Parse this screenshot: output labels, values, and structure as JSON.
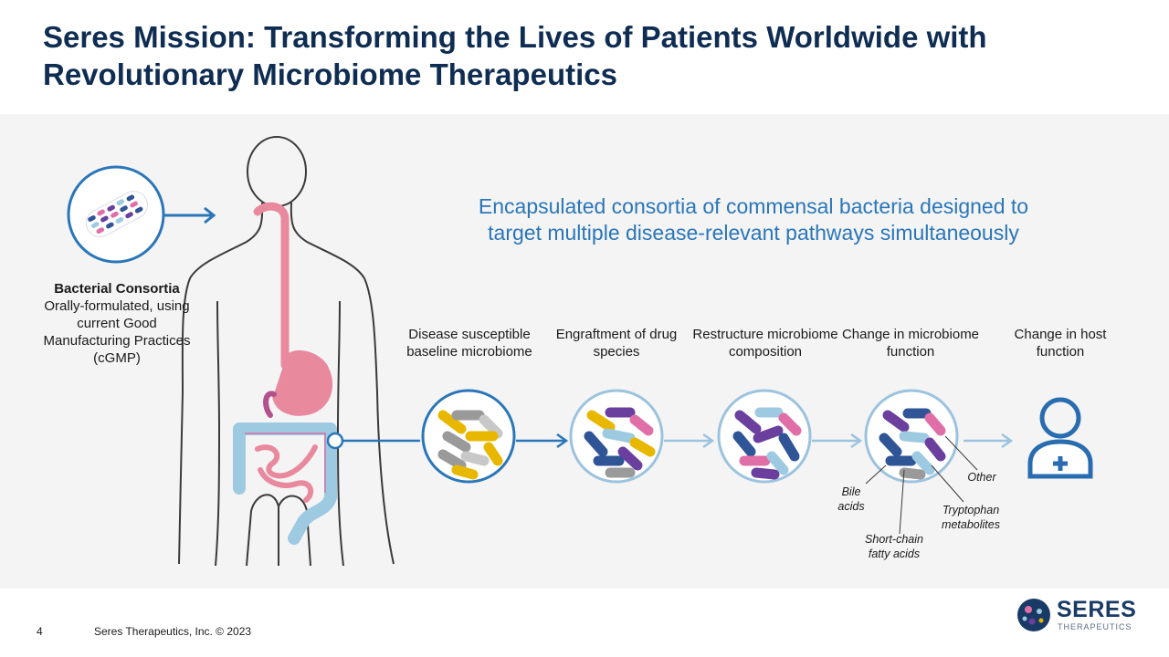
{
  "title": "Seres Mission: Transforming the Lives of Patients Worldwide with Revolutionary Microbiome Therapeutics",
  "headline": "Encapsulated consortia of commensal bacteria designed to target multiple disease-relevant pathways simultaneously",
  "consortia": {
    "heading": "Bacterial Consortia",
    "description": "Orally-formulated, using current Good Manufacturing Practices (cGMP)"
  },
  "steps": [
    {
      "label": "Disease susceptible baseline microbiome"
    },
    {
      "label": "Engraftment of drug species"
    },
    {
      "label": "Restructure microbiome composition"
    },
    {
      "label": "Change in microbiome function"
    },
    {
      "label": "Change in host function"
    }
  ],
  "annotations": {
    "bile": "Bile acids",
    "scfa": "Short-chain fatty acids",
    "tryptophan": "Tryptophan metabolites",
    "other": "Other"
  },
  "icons": [
    "capsule-icon",
    "human-body-icon",
    "microbiome-circle-icon",
    "arrow-icon",
    "person-plus-icon",
    "seres-logo-icon"
  ],
  "colors": {
    "title": "#0f2d52",
    "accent_blue": "#2a76b8",
    "gi_pink": "#e8899e",
    "colon_blue": "#9ecae1",
    "arrow_light": "#9cc3de"
  },
  "footer": {
    "page_number": "4",
    "copyright": "Seres Therapeutics, Inc. © 2023"
  },
  "logo": {
    "name": "SERES",
    "sub": "THERAPEUTICS"
  }
}
